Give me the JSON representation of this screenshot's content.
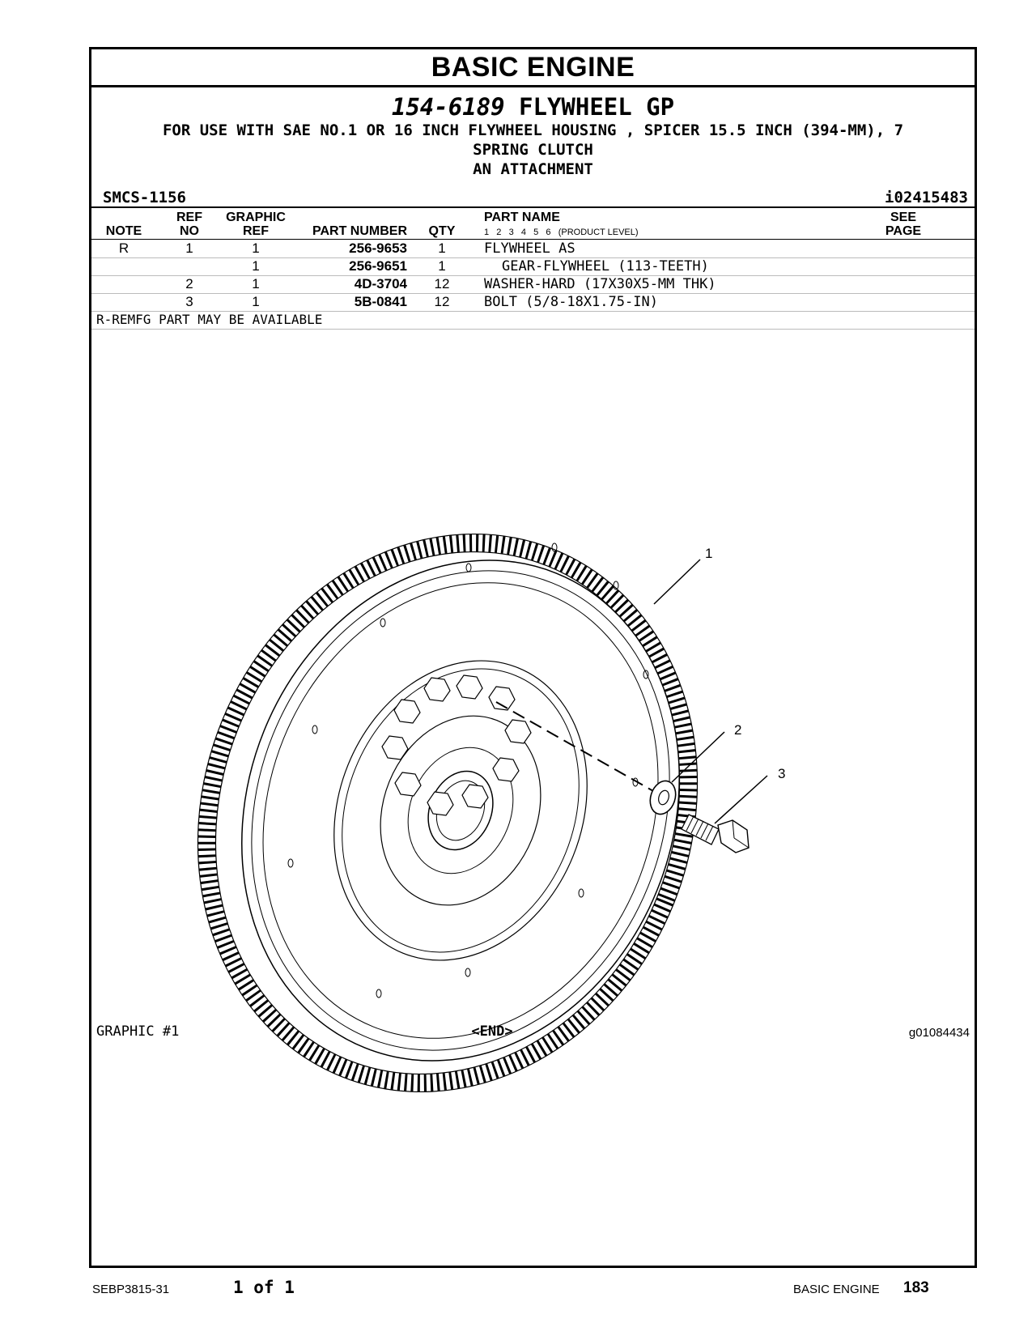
{
  "header": {
    "section_title": "BASIC ENGINE"
  },
  "group": {
    "part_number": "154-6189",
    "name": "FLYWHEEL GP",
    "description_line1": "FOR USE WITH SAE NO.1 OR 16 INCH FLYWHEEL HOUSING , SPICER 15.5 INCH (394-MM), 7",
    "description_line2": "SPRING CLUTCH",
    "description_line3": "AN ATTACHMENT"
  },
  "smcs": "SMCS-1156",
  "doc_id": "i02415483",
  "table": {
    "headers": {
      "note": "NOTE",
      "ref_no_1": "REF",
      "ref_no_2": "NO",
      "graphic_ref_1": "GRAPHIC",
      "graphic_ref_2": "REF",
      "part_number": "PART NUMBER",
      "qty": "QTY",
      "part_name": "PART NAME",
      "product_levels": "1   2   3   4   5   6   (PRODUCT LEVEL)",
      "see_page_1": "SEE",
      "see_page_2": "PAGE"
    },
    "rows": [
      {
        "note": "R",
        "ref_no": "1",
        "graphic_ref": "1",
        "part_number": "256-9653",
        "qty": "1",
        "part_name": "FLYWHEEL AS"
      },
      {
        "note": "",
        "ref_no": "",
        "graphic_ref": "1",
        "part_number": "256-9651",
        "qty": "1",
        "part_name": "GEAR-FLYWHEEL (113-TEETH)"
      },
      {
        "note": "",
        "ref_no": "2",
        "graphic_ref": "1",
        "part_number": "4D-3704",
        "qty": "12",
        "part_name": "WASHER-HARD (17X30X5-MM THK)"
      },
      {
        "note": "",
        "ref_no": "3",
        "graphic_ref": "1",
        "part_number": "5B-0841",
        "qty": "12",
        "part_name": "BOLT (5/8-18X1.75-IN)"
      }
    ],
    "note_text": "R-REMFG PART MAY BE AVAILABLE"
  },
  "graphic": {
    "callouts": [
      "1",
      "2",
      "3"
    ],
    "label": "GRAPHIC #1",
    "end_marker": "<END>",
    "graphic_id": "g01084434"
  },
  "footer": {
    "publication": "SEBP3815-31",
    "page_of": "1 of 1",
    "section": "BASIC ENGINE",
    "page_number": "183"
  }
}
